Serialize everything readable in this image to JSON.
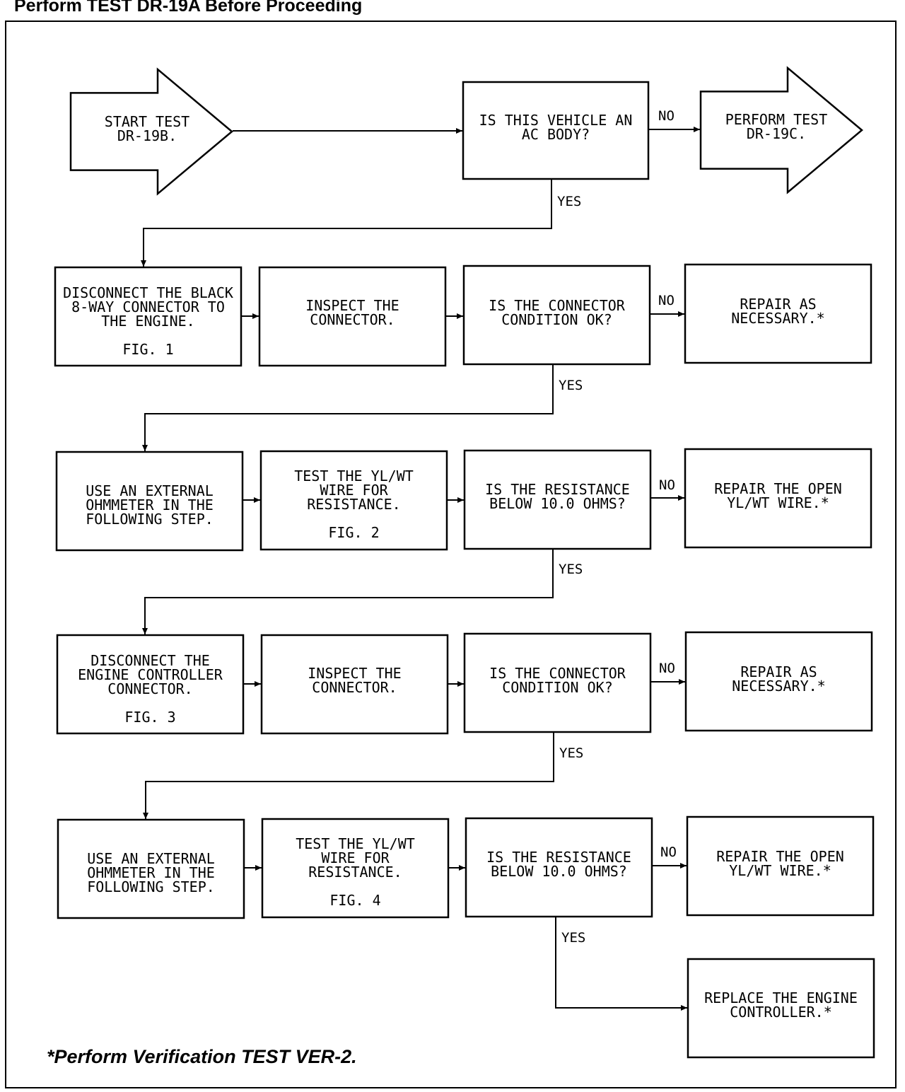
{
  "heading": "Perform TEST DR-19A Before Proceeding",
  "footnote": "*Perform Verification TEST VER-2.",
  "nodes": {
    "start": {
      "lines": [
        "START TEST",
        "DR-19B."
      ]
    },
    "q_ac_body": {
      "lines": [
        "IS THIS VEHICLE AN",
        "AC BODY?"
      ]
    },
    "perform_19c": {
      "lines": [
        "PERFORM TEST",
        "DR-19C."
      ]
    },
    "disconnect_black": {
      "lines": [
        "DISCONNECT THE BLACK",
        "8-WAY CONNECTOR TO",
        "THE ENGINE.",
        "",
        "FIG. 1"
      ]
    },
    "inspect_1": {
      "lines": [
        "INSPECT THE",
        "CONNECTOR."
      ]
    },
    "q_connector_1": {
      "lines": [
        "IS THE CONNECTOR",
        "CONDITION OK?"
      ]
    },
    "repair_1": {
      "lines": [
        "REPAIR AS",
        "NECESSARY.*"
      ]
    },
    "ohmmeter_1": {
      "lines": [
        "USE AN EXTERNAL",
        "OHMMETER IN THE",
        "FOLLOWING STEP."
      ]
    },
    "test_ylwt_1": {
      "lines": [
        "TEST THE YL/WT",
        "WIRE FOR",
        "RESISTANCE.",
        "",
        "FIG. 2"
      ]
    },
    "q_resist_1": {
      "lines": [
        "IS THE RESISTANCE",
        "BELOW 10.0 OHMS?"
      ]
    },
    "repair_open_1": {
      "lines": [
        "REPAIR THE OPEN",
        "YL/WT WIRE.*"
      ]
    },
    "disconnect_ctrl": {
      "lines": [
        "DISCONNECT THE",
        "ENGINE CONTROLLER",
        "CONNECTOR.",
        "",
        "FIG. 3"
      ]
    },
    "inspect_2": {
      "lines": [
        "INSPECT THE",
        "CONNECTOR."
      ]
    },
    "q_connector_2": {
      "lines": [
        "IS THE CONNECTOR",
        "CONDITION OK?"
      ]
    },
    "repair_2": {
      "lines": [
        "REPAIR AS",
        "NECESSARY.*"
      ]
    },
    "ohmmeter_2": {
      "lines": [
        "USE AN EXTERNAL",
        "OHMMETER IN THE",
        "FOLLOWING STEP."
      ]
    },
    "test_ylwt_2": {
      "lines": [
        "TEST THE YL/WT",
        "WIRE FOR",
        "RESISTANCE.",
        "",
        "FIG. 4"
      ]
    },
    "q_resist_2": {
      "lines": [
        "IS THE RESISTANCE",
        "BELOW 10.0 OHMS?"
      ]
    },
    "repair_open_2": {
      "lines": [
        "REPAIR THE OPEN",
        "YL/WT WIRE.*"
      ]
    },
    "replace_ctrl": {
      "lines": [
        "REPLACE THE ENGINE",
        "CONTROLLER.*"
      ]
    }
  },
  "edges": [
    {
      "from": "start",
      "to": "q_ac_body",
      "label": ""
    },
    {
      "from": "q_ac_body",
      "to": "perform_19c",
      "label": "NO"
    },
    {
      "from": "q_ac_body",
      "to": "disconnect_black",
      "label": "YES"
    },
    {
      "from": "disconnect_black",
      "to": "inspect_1",
      "label": ""
    },
    {
      "from": "inspect_1",
      "to": "q_connector_1",
      "label": ""
    },
    {
      "from": "q_connector_1",
      "to": "repair_1",
      "label": "NO"
    },
    {
      "from": "q_connector_1",
      "to": "ohmmeter_1",
      "label": "YES"
    },
    {
      "from": "ohmmeter_1",
      "to": "test_ylwt_1",
      "label": ""
    },
    {
      "from": "test_ylwt_1",
      "to": "q_resist_1",
      "label": ""
    },
    {
      "from": "q_resist_1",
      "to": "repair_open_1",
      "label": "NO"
    },
    {
      "from": "q_resist_1",
      "to": "disconnect_ctrl",
      "label": "YES"
    },
    {
      "from": "disconnect_ctrl",
      "to": "inspect_2",
      "label": ""
    },
    {
      "from": "inspect_2",
      "to": "q_connector_2",
      "label": ""
    },
    {
      "from": "q_connector_2",
      "to": "repair_2",
      "label": "NO"
    },
    {
      "from": "q_connector_2",
      "to": "ohmmeter_2",
      "label": "YES"
    },
    {
      "from": "ohmmeter_2",
      "to": "test_ylwt_2",
      "label": ""
    },
    {
      "from": "test_ylwt_2",
      "to": "q_resist_2",
      "label": ""
    },
    {
      "from": "q_resist_2",
      "to": "repair_open_2",
      "label": "NO"
    },
    {
      "from": "q_resist_2",
      "to": "replace_ctrl",
      "label": "YES"
    }
  ]
}
